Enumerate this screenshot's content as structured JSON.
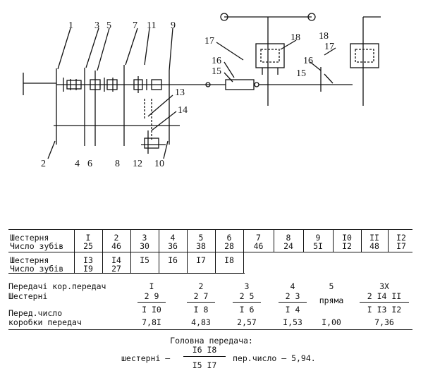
{
  "diagram": {
    "callouts": [
      "1",
      "2",
      "3",
      "4",
      "5",
      "6",
      "7",
      "8",
      "9",
      "10",
      "11",
      "12",
      "13",
      "14",
      "15",
      "16",
      "17",
      "18"
    ],
    "rear_callouts": [
      "15",
      "16",
      "17",
      "18"
    ]
  },
  "table1": {
    "label_gear": "Шестерня",
    "label_teeth": "Число зубів",
    "gears": [
      "I",
      "2",
      "3",
      "4",
      "5",
      "6",
      "7",
      "8",
      "9",
      "I0",
      "II",
      "I2"
    ],
    "teeth": [
      "25",
      "46",
      "30",
      "36",
      "38",
      "28",
      "46",
      "24",
      "5I",
      "I2",
      "48",
      "I7"
    ]
  },
  "table2": {
    "label_gear": "Шестерня",
    "label_teeth": "Число зубів",
    "gears": [
      "I3",
      "I4",
      "I5",
      "I6",
      "I7",
      "I8"
    ],
    "teeth": [
      "I9",
      "27"
    ]
  },
  "table3": {
    "label_gearbox": "Передачі кор.передач",
    "label_gears": "Шестерні",
    "label_ratio_1": "Перед.число",
    "label_ratio_2": "коробки передач",
    "gear_nums": [
      "I",
      "2",
      "3",
      "4",
      "5",
      "ЗХ"
    ],
    "pairs_top": [
      "2 9",
      "2 7",
      "2 5",
      "2 3",
      "2 I4 II"
    ],
    "direct": "пряма",
    "pairs_bottom": [
      "I I0",
      "I 8",
      "I 6",
      "I 4",
      "I I3 I2"
    ],
    "ratios": [
      "7,8I",
      "4,83",
      "2,57",
      "I,53",
      "I,00",
      "7,36"
    ]
  },
  "main_drive": {
    "title": "Головна передача:",
    "prefix": "шестерні –",
    "numerator": "I6 I8",
    "denominator": "I5 I7",
    "suffix": "пер.число – 5,94."
  }
}
